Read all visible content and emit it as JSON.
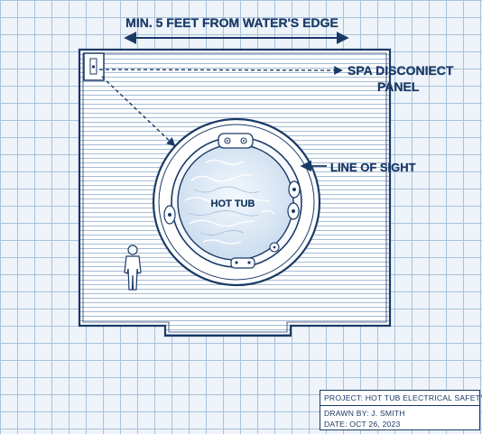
{
  "header": {
    "min_distance": "MIN. 5 FEET FROM WATER'S EDGE"
  },
  "callouts": {
    "panel_line1": "SPA DISCONIECT",
    "panel_line2": "PANEL",
    "line_of_sight": "LINE OF SIGHT"
  },
  "hot_tub": {
    "label": "HOT TUB"
  },
  "title_block": {
    "project": "PROJECT: HOT TUB ELECTRICAL SAFETY",
    "drawn_by": "DRAWN BY: J. SMITH",
    "date": "DATE:  OCT 26, 2023"
  },
  "colors": {
    "ink": "#1a3a66",
    "grid": "#a9c2dc",
    "paper": "#eef4fa",
    "water": "#dbe8f5"
  }
}
